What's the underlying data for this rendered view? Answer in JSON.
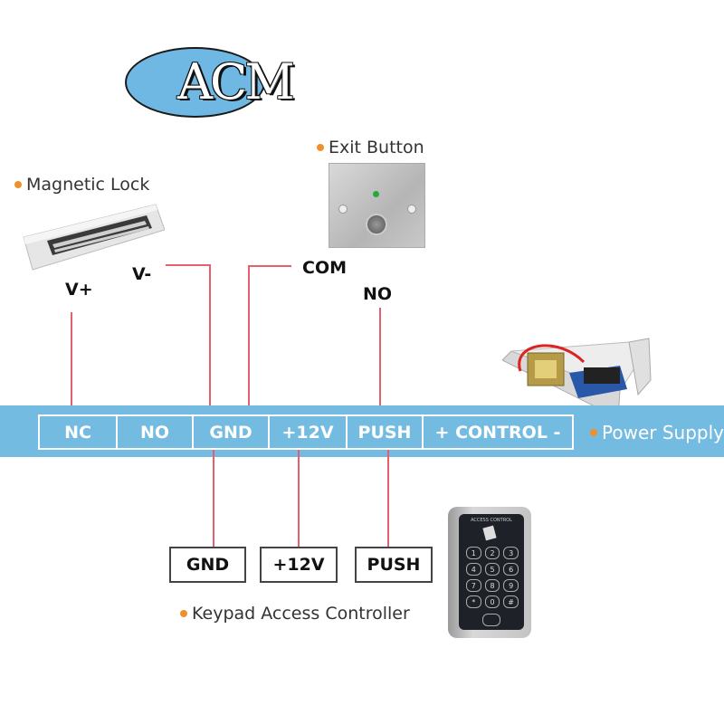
{
  "logo": {
    "text": "ACM",
    "color": "#6fb8e4"
  },
  "components": {
    "magnetic_lock": {
      "caption": "Magnetic Lock",
      "terminals": [
        "V+",
        "V-"
      ]
    },
    "exit_button": {
      "caption": "Exit Button",
      "terminals": [
        "COM",
        "NO"
      ]
    },
    "power_supply": {
      "caption": "Power Supply"
    },
    "keypad": {
      "caption": "Keypad Access Controller",
      "header_text": "ACCESS CONTROL",
      "keys": [
        "1",
        "2",
        "3",
        "4",
        "5",
        "6",
        "7",
        "8",
        "9",
        "*",
        "0",
        "#"
      ]
    }
  },
  "terminal_strip": {
    "terminals": [
      "NC",
      "NO",
      "GND",
      "+12V",
      "PUSH",
      "+ CONTROL -"
    ]
  },
  "keypad_terminals": [
    "GND",
    "+12V",
    "PUSH"
  ],
  "connections": [
    {
      "from": "Magnetic Lock V+",
      "to": "NC"
    },
    {
      "from": "Magnetic Lock V-",
      "to": "GND"
    },
    {
      "from": "Exit Button COM",
      "to": "GND"
    },
    {
      "from": "Exit Button NO",
      "to": "PUSH"
    },
    {
      "from": "Keypad GND",
      "to": "GND"
    },
    {
      "from": "Keypad +12V",
      "to": "+12V"
    },
    {
      "from": "Keypad PUSH",
      "to": "PUSH"
    }
  ],
  "colors": {
    "wire": "#e4606e",
    "band": "#74bbe2",
    "bullet": "#f0902a"
  }
}
